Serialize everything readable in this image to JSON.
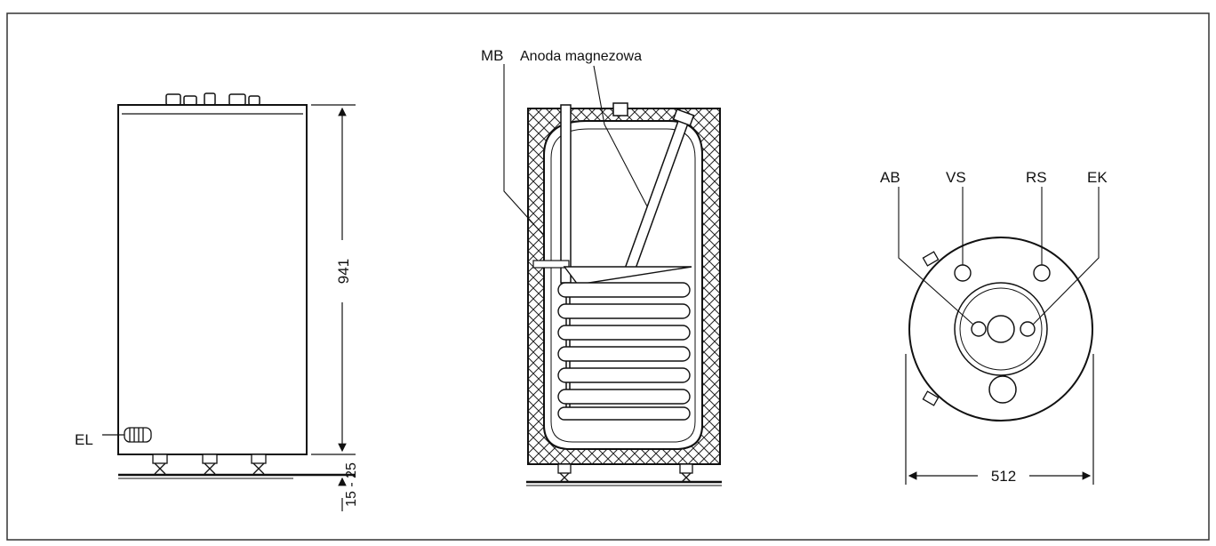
{
  "labels": {
    "el": "EL",
    "mb": "MB",
    "anode": "Anoda magnezowa",
    "ab": "AB",
    "vs": "VS",
    "rs": "RS",
    "ek": "EK"
  },
  "dimensions": {
    "height": "941",
    "foot_range": "15 - 25",
    "diameter": "512"
  }
}
